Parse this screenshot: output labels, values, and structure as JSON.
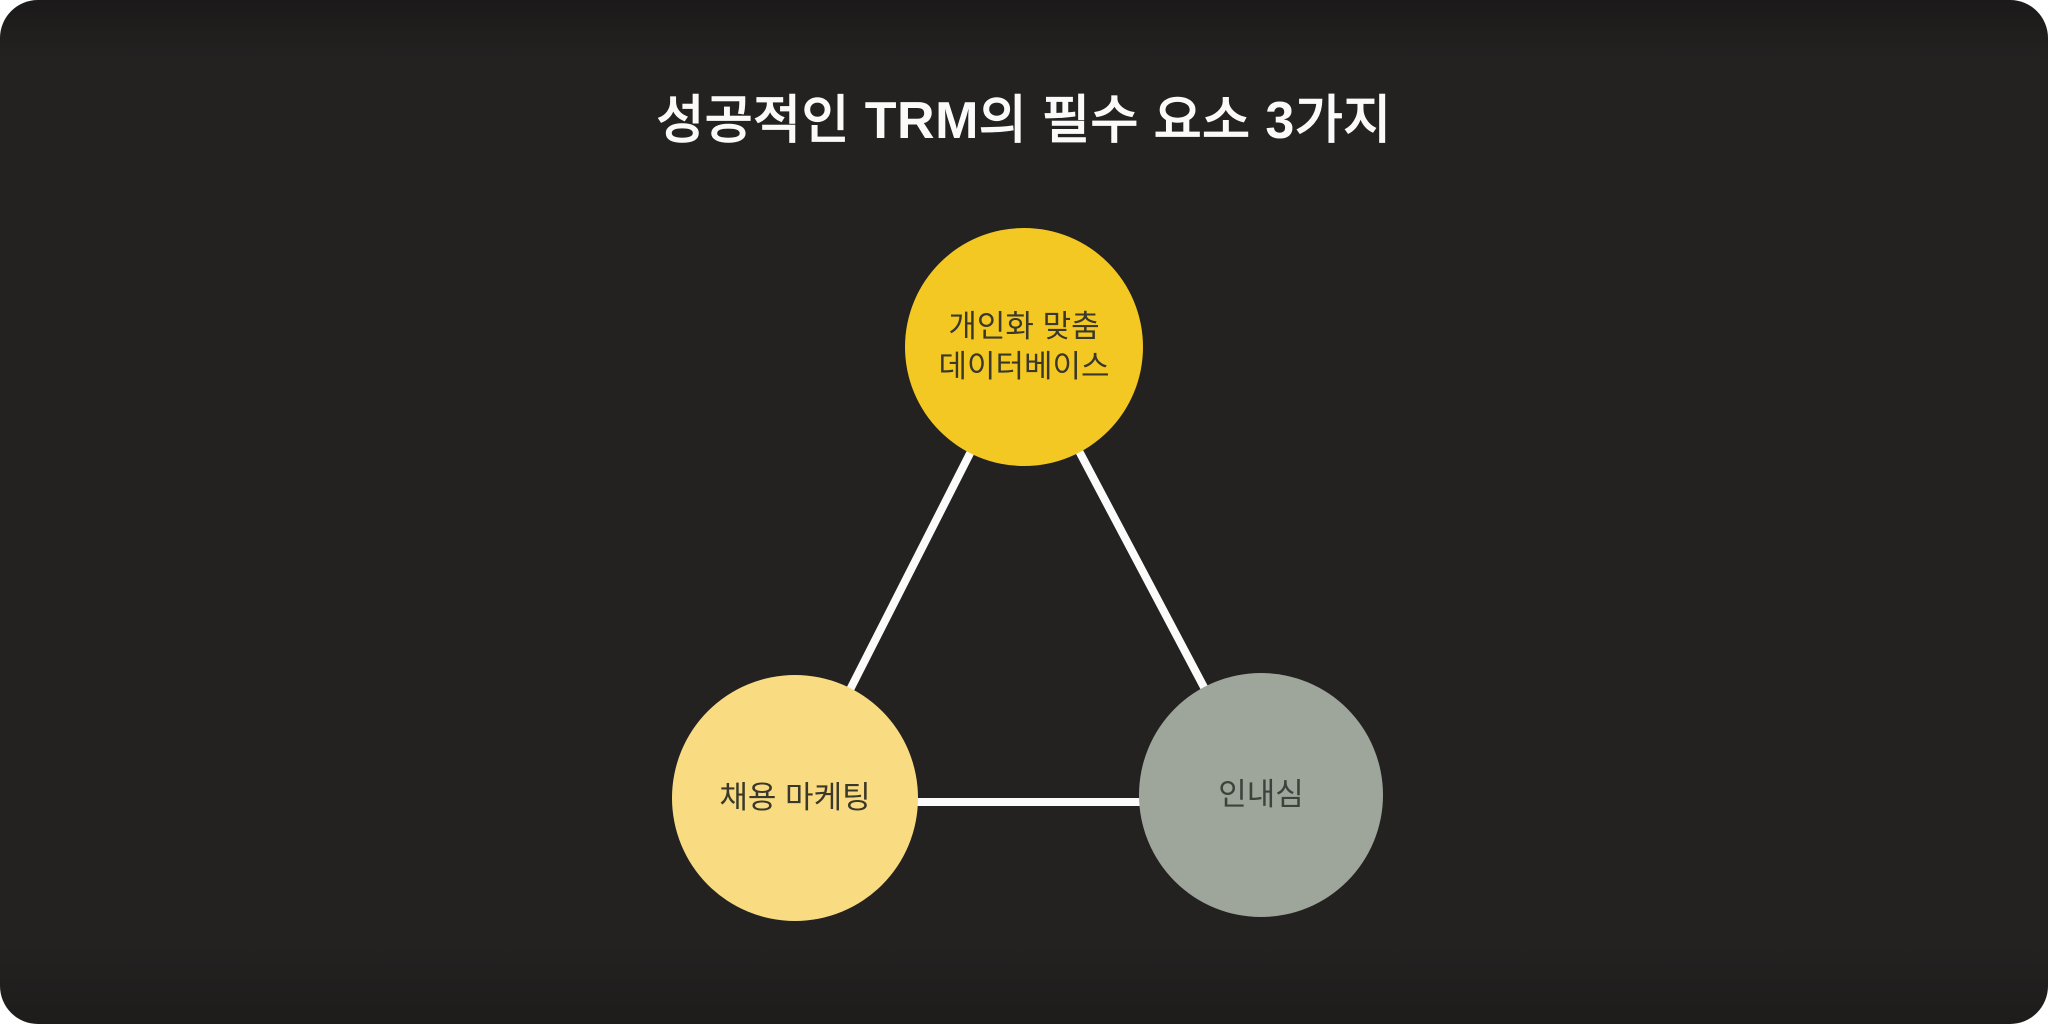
{
  "title": "성공적인 TRM의 필수 요소 3가지",
  "colors": {
    "background": "#232120",
    "title_text": "#fafafa",
    "connector": "#fbfbfb"
  },
  "diagram": {
    "nodes": {
      "top": {
        "line1": "개인화 맞춤",
        "line2": "데이터베이스",
        "fill": "#f4c822",
        "text_color": "#3a382b"
      },
      "bottom_left": {
        "label": "채용 마케팅",
        "fill": "#f9dc81",
        "text_color": "#3a382b"
      },
      "bottom_right": {
        "label": "인내심",
        "fill": "#9ea59b",
        "text_color": "#3c423c"
      }
    }
  }
}
